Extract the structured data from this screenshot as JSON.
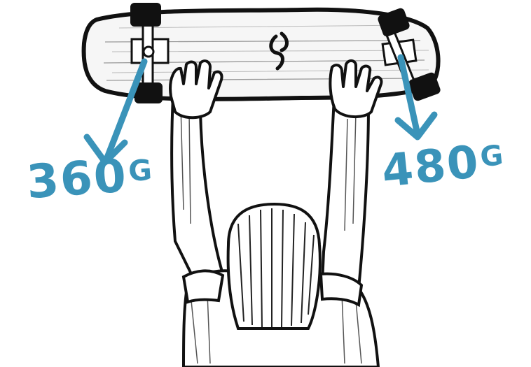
{
  "labels": {
    "left_weight_value": "360",
    "left_weight_unit": "G",
    "right_weight_value": "480",
    "right_weight_unit": "G"
  },
  "colors": {
    "accent": "#3a93b9",
    "ink": "#111111",
    "background": "#ffffff"
  }
}
